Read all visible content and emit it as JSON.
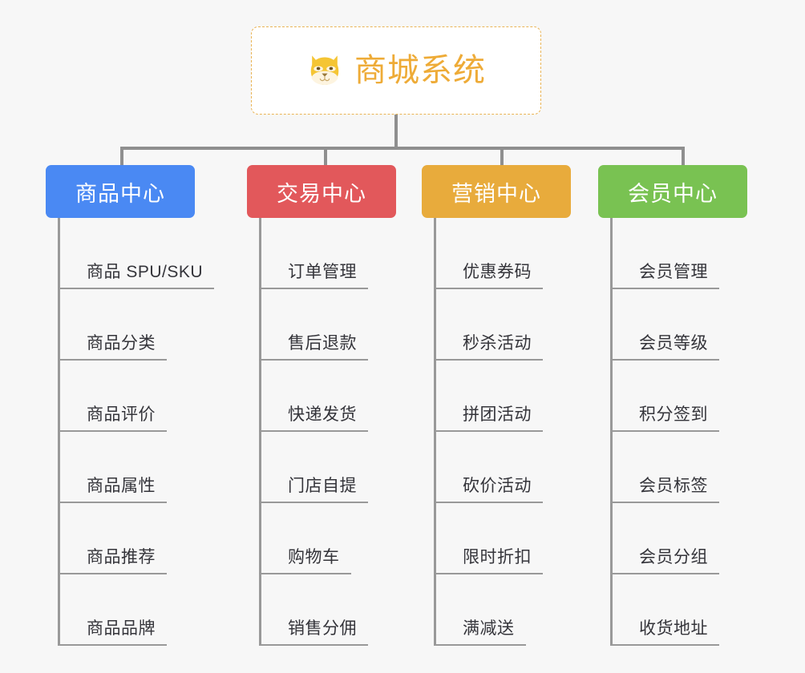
{
  "background_color": "#f7f7f7",
  "connector_color": "#8f8f8f",
  "leaf_line_color": "#999999",
  "root": {
    "title": "商城系统",
    "icon": "shiba-dog-face-icon",
    "text_color": "#eeab37",
    "border_color": "#eab455",
    "background_color": "#ffffff"
  },
  "chart_data": {
    "type": "tree",
    "title": "商城系统",
    "root_label": "商城系统",
    "levels": 3,
    "branch_count": 4,
    "leaves_per_branch": 6
  },
  "categories": [
    {
      "label": "商品中心",
      "color": "#4a89f3",
      "items": [
        {
          "label": "商品 SPU/SKU"
        },
        {
          "label": "商品分类"
        },
        {
          "label": "商品评价"
        },
        {
          "label": "商品属性"
        },
        {
          "label": "商品推荐"
        },
        {
          "label": "商品品牌"
        }
      ]
    },
    {
      "label": "交易中心",
      "color": "#e2585b",
      "items": [
        {
          "label": "订单管理"
        },
        {
          "label": "售后退款"
        },
        {
          "label": "快递发货"
        },
        {
          "label": "门店自提"
        },
        {
          "label": "购物车"
        },
        {
          "label": "销售分佣"
        }
      ]
    },
    {
      "label": "营销中心",
      "color": "#e8ab3c",
      "items": [
        {
          "label": "优惠券码"
        },
        {
          "label": "秒杀活动"
        },
        {
          "label": "拼团活动"
        },
        {
          "label": "砍价活动"
        },
        {
          "label": "限时折扣"
        },
        {
          "label": "满减送"
        }
      ]
    },
    {
      "label": "会员中心",
      "color": "#79c252",
      "items": [
        {
          "label": "会员管理"
        },
        {
          "label": "会员等级"
        },
        {
          "label": "积分签到"
        },
        {
          "label": "会员标签"
        },
        {
          "label": "会员分组"
        },
        {
          "label": "收货地址"
        }
      ]
    }
  ]
}
